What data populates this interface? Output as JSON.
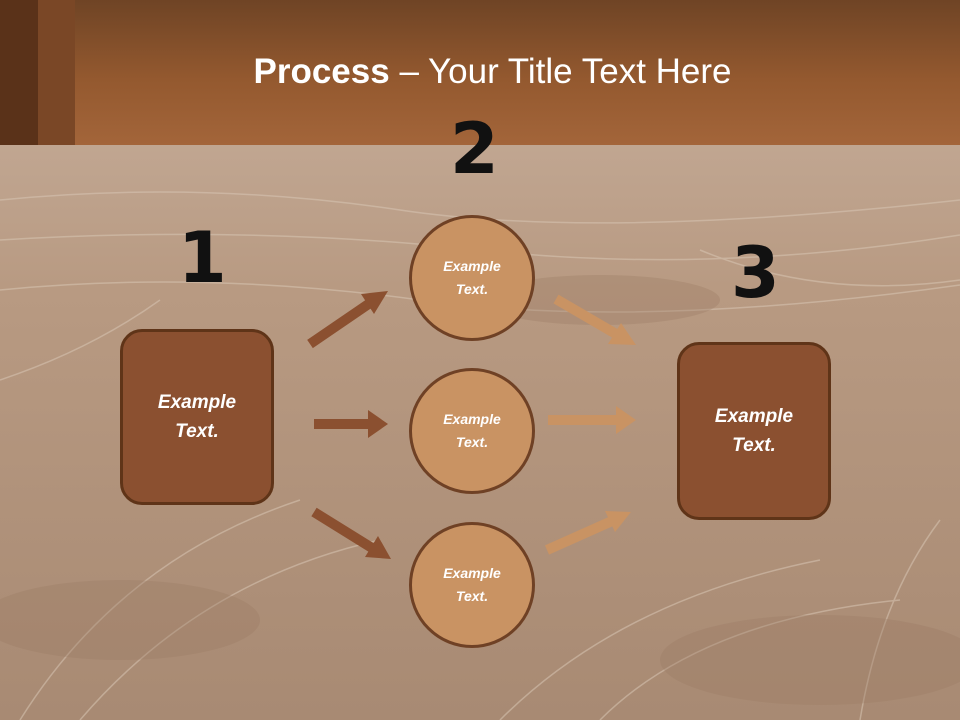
{
  "title": {
    "bold": "Process",
    "rest": " – Your Title Text Here"
  },
  "steps": [
    "1",
    "2",
    "3"
  ],
  "left_box": {
    "line1": "Example",
    "line2": "Text."
  },
  "circles": [
    {
      "line1": "Example",
      "line2": "Text."
    },
    {
      "line1": "Example",
      "line2": "Text."
    },
    {
      "line1": "Example",
      "line2": "Text."
    }
  ],
  "right_box": {
    "line1": "Example",
    "line2": "Text."
  },
  "colors": {
    "box_fill": "#8b5030",
    "circle_fill": "#c99363",
    "dark_arrow": "#8b5030",
    "light_arrow": "#c99363",
    "header": "#a3653a"
  }
}
